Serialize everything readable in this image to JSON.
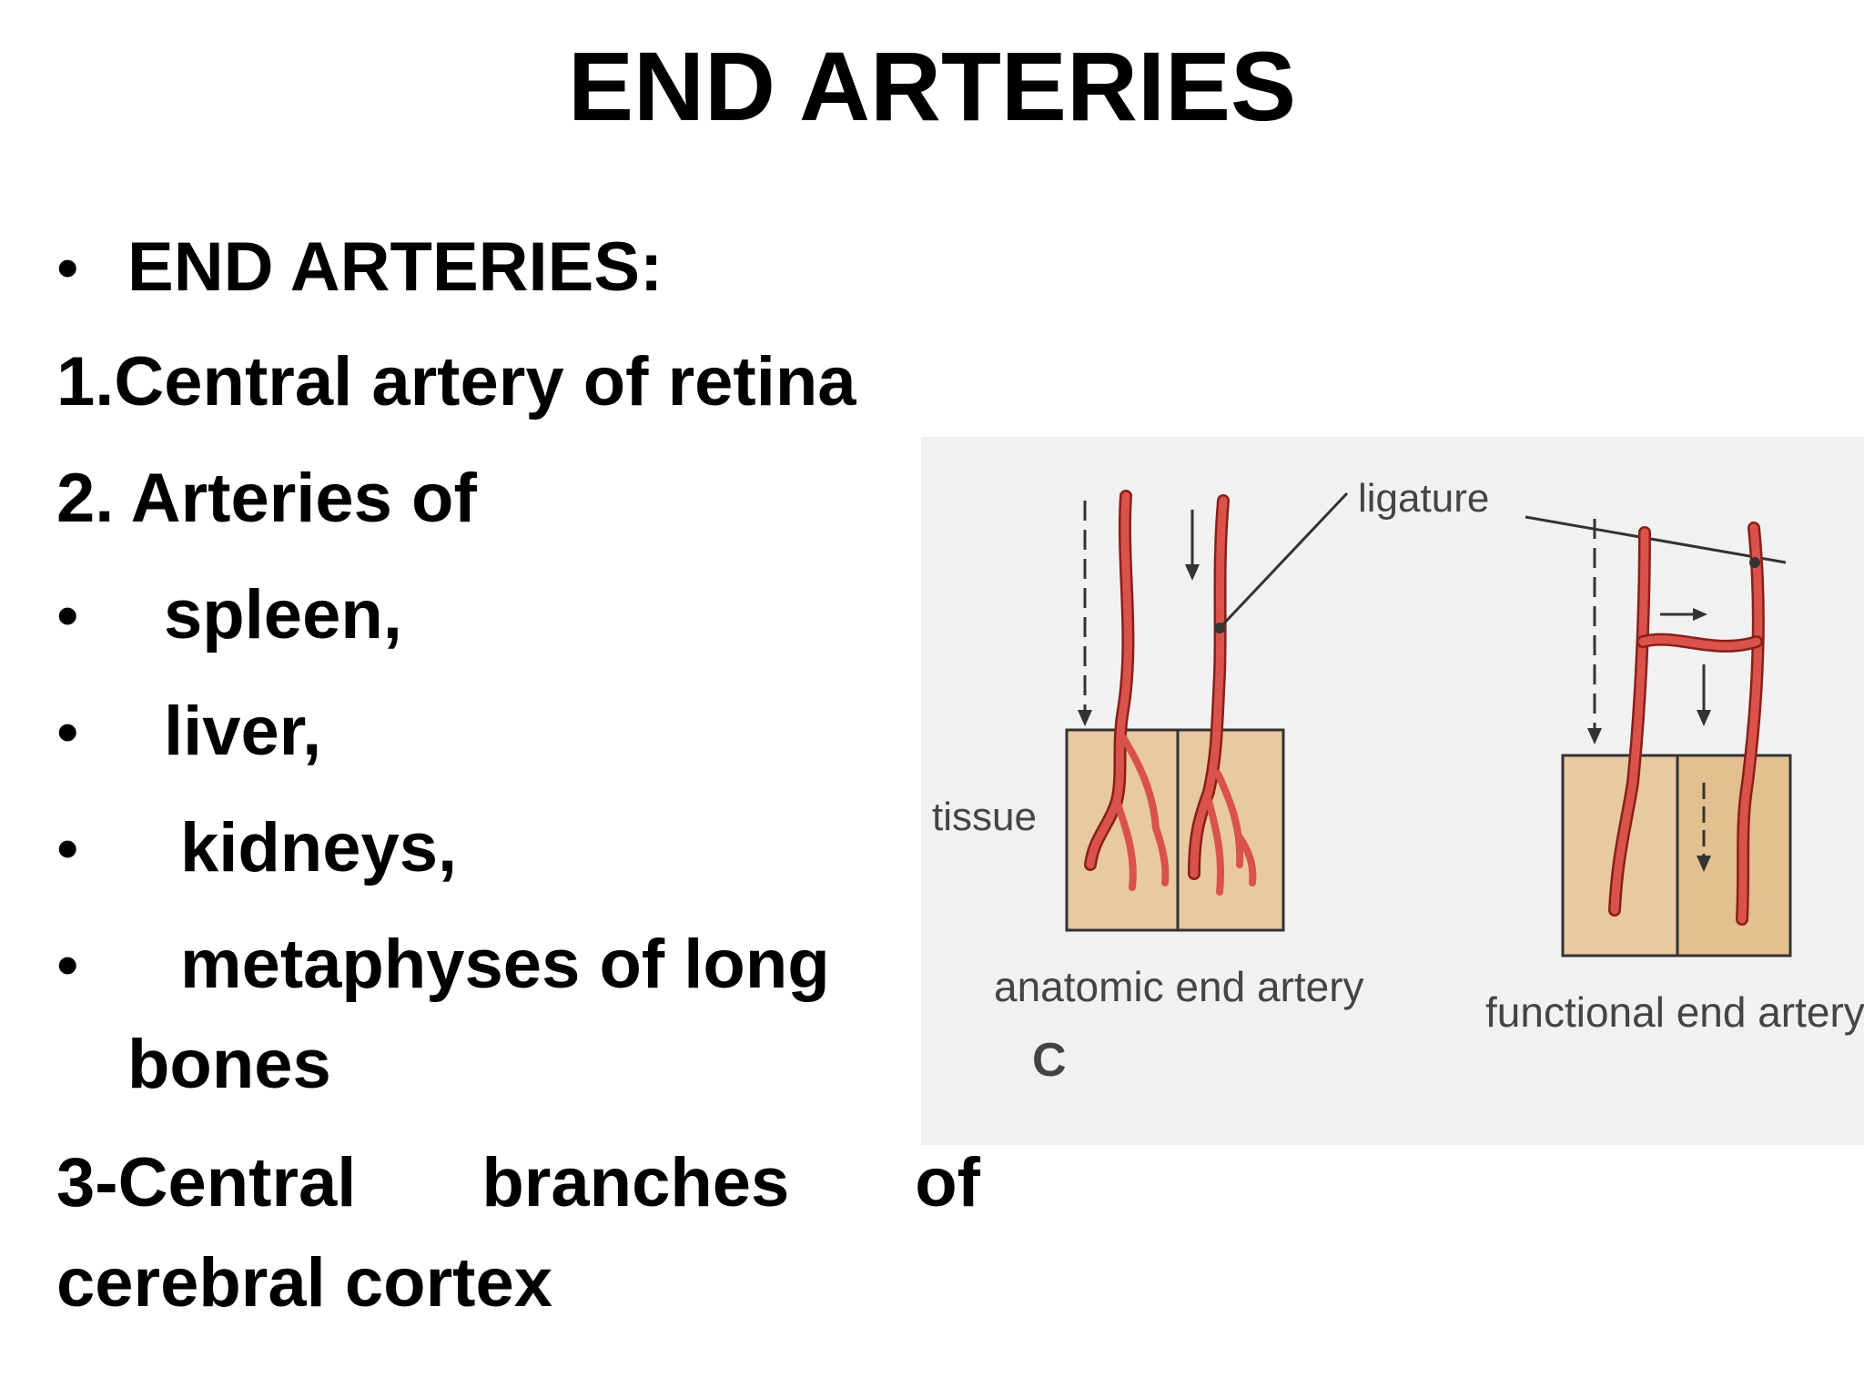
{
  "title": "END ARTERIES",
  "bullets": {
    "heading": "END ARTERIES:",
    "item1": "1.Central artery of retina",
    "item2": "2. Arteries of",
    "spleen": "spleen,",
    "liver": "liver,",
    "kidneys": "kidneys,",
    "metaphyses_line1": "metaphyses of long",
    "metaphyses_line2": "bones",
    "item3_words": [
      "3-Central",
      "branches",
      "of"
    ],
    "item3_line2": "cerebral cortex"
  },
  "figure": {
    "label_ligature": "ligature",
    "label_tissue": "tissue",
    "label_anatomic": "anatomic end artery",
    "label_functional": "functional end artery",
    "label_panel": "C",
    "colors": {
      "artery": "#d9534a",
      "artery_outline": "#8a1f1a",
      "tissue": "#e8c9a0",
      "background": "#f1f1f1"
    }
  }
}
